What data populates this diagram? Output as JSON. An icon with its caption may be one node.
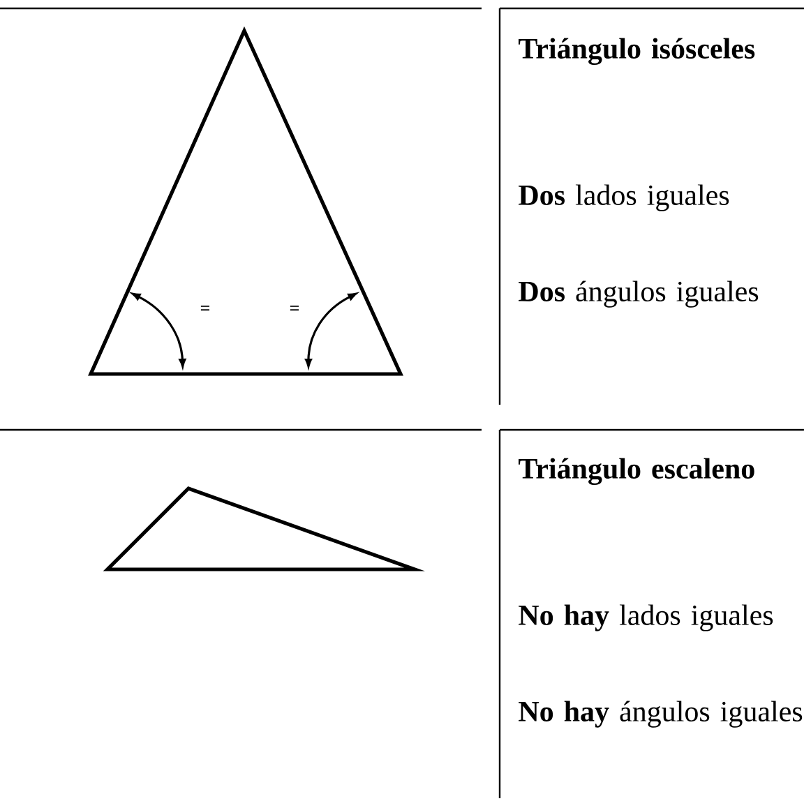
{
  "diagram": {
    "labels": [
      "=",
      "=",
      "**Triángulo isósceles**",
      "**Dos** lados iguales",
      "**Dos** ángulos iguales",
      "**Triángulo escaleno**",
      "**No hay** lados iguales",
      "**No hay** ángulos iguales"
    ]
  }
}
